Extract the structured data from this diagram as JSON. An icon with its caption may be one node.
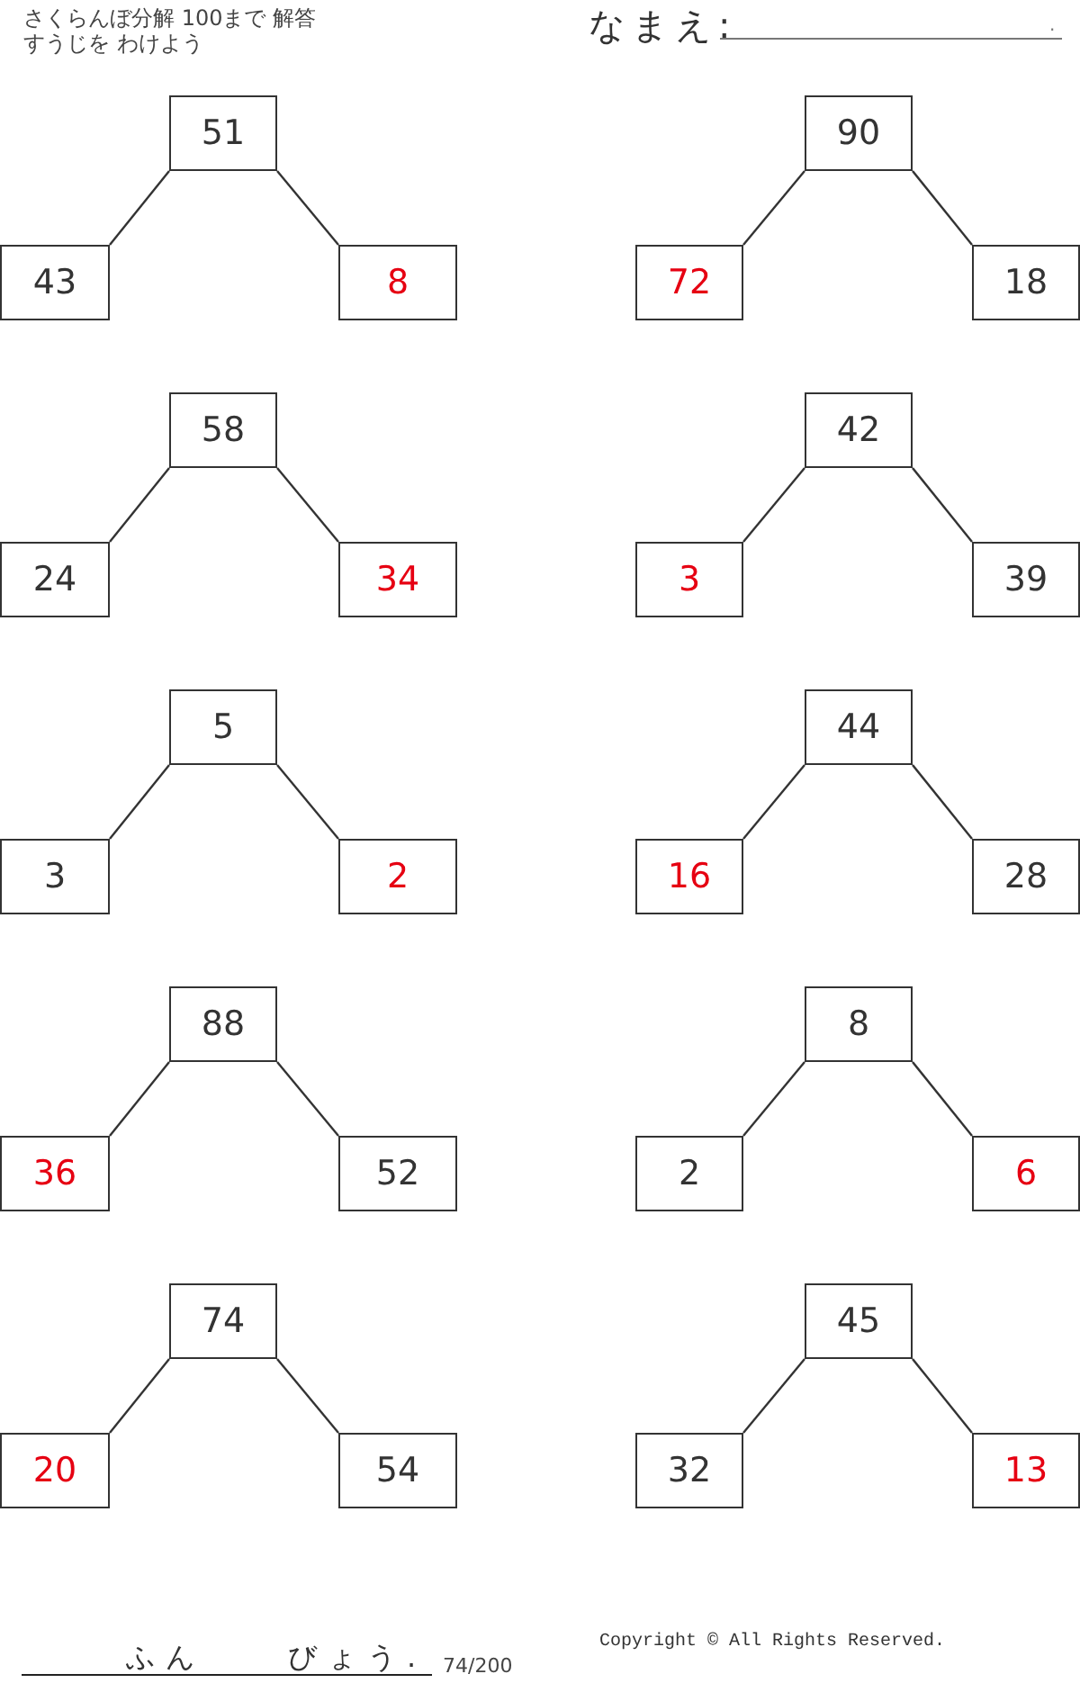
{
  "diagram": {
    "title": "さくらんぼ分解 100まで 解答",
    "nodes": [
      {
        "text": [
          "51"
        ]
      },
      {
        "text": [
          "43"
        ]
      },
      {
        "text": [
          "8"
        ]
      },
      {
        "text": [
          "90"
        ]
      },
      {
        "text": [
          "72"
        ]
      },
      {
        "text": [
          "18"
        ]
      },
      {
        "text": [
          "58"
        ]
      },
      {
        "text": [
          "24"
        ]
      },
      {
        "text": [
          "34"
        ]
      },
      {
        "text": [
          "42"
        ]
      },
      {
        "text": [
          "3"
        ]
      },
      {
        "text": [
          "39"
        ]
      },
      {
        "text": [
          "5"
        ]
      },
      {
        "text": [
          "3"
        ]
      },
      {
        "text": [
          "2"
        ]
      },
      {
        "text": [
          "44"
        ]
      },
      {
        "text": [
          "16"
        ]
      },
      {
        "text": [
          "28"
        ]
      },
      {
        "text": [
          "88"
        ]
      },
      {
        "text": [
          "36"
        ]
      },
      {
        "text": [
          "52"
        ]
      },
      {
        "text": [
          "8"
        ]
      },
      {
        "text": [
          "2"
        ]
      },
      {
        "text": [
          "6"
        ]
      },
      {
        "text": [
          "74"
        ]
      },
      {
        "text": [
          "20"
        ]
      },
      {
        "text": [
          "54"
        ]
      },
      {
        "text": [
          "45"
        ]
      },
      {
        "text": [
          "32"
        ]
      },
      {
        "text": [
          "13"
        ]
      }
    ],
    "edges": [
      {
        "from": 0,
        "to": 1,
        "arrow": "none"
      },
      {
        "from": 0,
        "to": 2,
        "arrow": "none"
      },
      {
        "from": 3,
        "to": 4,
        "arrow": "none"
      },
      {
        "from": 3,
        "to": 5,
        "arrow": "none"
      },
      {
        "from": 6,
        "to": 7,
        "arrow": "none"
      },
      {
        "from": 6,
        "to": 8,
        "arrow": "none"
      },
      {
        "from": 9,
        "to": 10,
        "arrow": "none"
      },
      {
        "from": 9,
        "to": 11,
        "arrow": "none"
      },
      {
        "from": 12,
        "to": 13,
        "arrow": "none"
      },
      {
        "from": 12,
        "to": 14,
        "arrow": "none"
      },
      {
        "from": 15,
        "to": 16,
        "arrow": "none"
      },
      {
        "from": 15,
        "to": 17,
        "arrow": "none"
      },
      {
        "from": 18,
        "to": 19,
        "arrow": "none"
      },
      {
        "from": 18,
        "to": 20,
        "arrow": "none"
      },
      {
        "from": 21,
        "to": 22,
        "arrow": "none"
      },
      {
        "from": 21,
        "to": 23,
        "arrow": "none"
      },
      {
        "from": 24,
        "to": 25,
        "arrow": "none"
      },
      {
        "from": 24,
        "to": 26,
        "arrow": "none"
      },
      {
        "from": 27,
        "to": 28,
        "arrow": "none"
      },
      {
        "from": 27,
        "to": 29,
        "arrow": "none"
      }
    ],
    "labels": [
      "すうじを わけよう",
      "なまえ:",
      ".",
      "ふん",
      "びょう.",
      "74/200",
      "Copyright © All Rights Reserved."
    ]
  }
}
